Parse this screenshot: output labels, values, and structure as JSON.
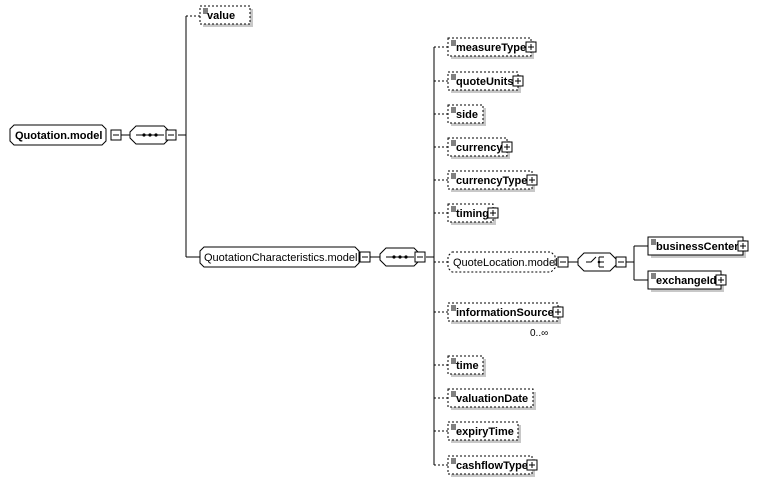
{
  "diagram": {
    "root": {
      "label": "Quotation.model"
    },
    "value": {
      "label": "value"
    },
    "characteristics": {
      "label": "QuotationCharacteristics.model"
    },
    "quoteLocation": {
      "label": "QuoteLocation.model"
    },
    "children": [
      {
        "key": "measureType",
        "label": "measureType",
        "expandable": true
      },
      {
        "key": "quoteUnits",
        "label": "quoteUnits",
        "expandable": true
      },
      {
        "key": "side",
        "label": "side",
        "expandable": false
      },
      {
        "key": "currency",
        "label": "currency",
        "expandable": true
      },
      {
        "key": "currencyType",
        "label": "currencyType",
        "expandable": true
      },
      {
        "key": "timing",
        "label": "timing",
        "expandable": true
      },
      {
        "key": "informationSource",
        "label": "informationSource",
        "expandable": true,
        "occurrence": "0..∞"
      },
      {
        "key": "time",
        "label": "time",
        "expandable": false
      },
      {
        "key": "valuationDate",
        "label": "valuationDate",
        "expandable": false
      },
      {
        "key": "expiryTime",
        "label": "expiryTime",
        "expandable": false
      },
      {
        "key": "cashflowType",
        "label": "cashflowType",
        "expandable": true
      }
    ],
    "choiceChildren": [
      {
        "key": "businessCenter",
        "label": "businessCenter",
        "expandable": true
      },
      {
        "key": "exchangeId",
        "label": "exchangeId",
        "expandable": true
      }
    ]
  }
}
